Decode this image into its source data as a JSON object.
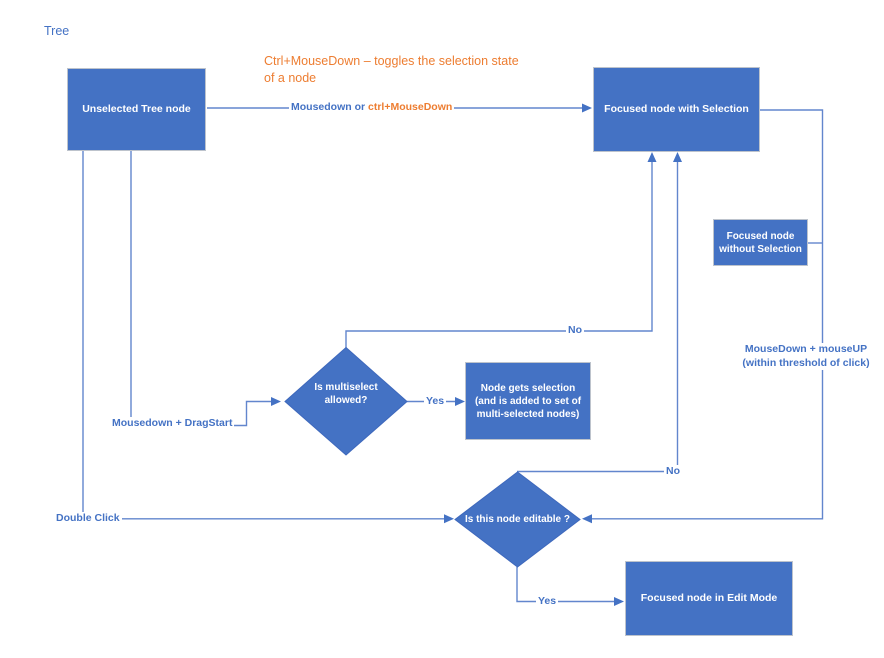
{
  "title": "Tree",
  "colors": {
    "background": "#FFFFFF",
    "shape_fill": "#4472C4",
    "shape_border": "#BDC3CC",
    "diamond_stroke": "#3E68BC",
    "line": "#6286CD",
    "arrow": "#4472C4",
    "label_blue": "#4472C4",
    "label_orange": "#ED7D31",
    "node_text": "#FFFFFF"
  },
  "annotation": {
    "text": "Ctrl+MouseDown – toggles the selection state\nof a node"
  },
  "nodes": {
    "unselected": {
      "label": "Unselected Tree node"
    },
    "focused_with_selection": {
      "label": "Focused node with Selection"
    },
    "focused_without_selection": {
      "label": "Focused node\nwithout Selection"
    },
    "gets_selection": {
      "label": "Node gets selection\n(and is added to set of\nmulti-selected nodes)"
    },
    "edit_mode": {
      "label": "Focused node in Edit Mode"
    },
    "multiselect_allowed": {
      "label": "Is multiselect\nallowed?"
    },
    "node_editable": {
      "label": "Is this node editable ?"
    }
  },
  "edge_labels": {
    "mousedown_prefix": "Mousedown or ",
    "mousedown_suffix": "ctrl+MouseDown",
    "dragstart": "Mousedown + DragStart",
    "double_click": "Double Click",
    "multiselect_yes": "Yes",
    "multiselect_no": "No",
    "editable_no": "No",
    "editable_yes": "Yes",
    "mouseup": "MouseDown + mouseUP\n(within threshold of click)"
  }
}
